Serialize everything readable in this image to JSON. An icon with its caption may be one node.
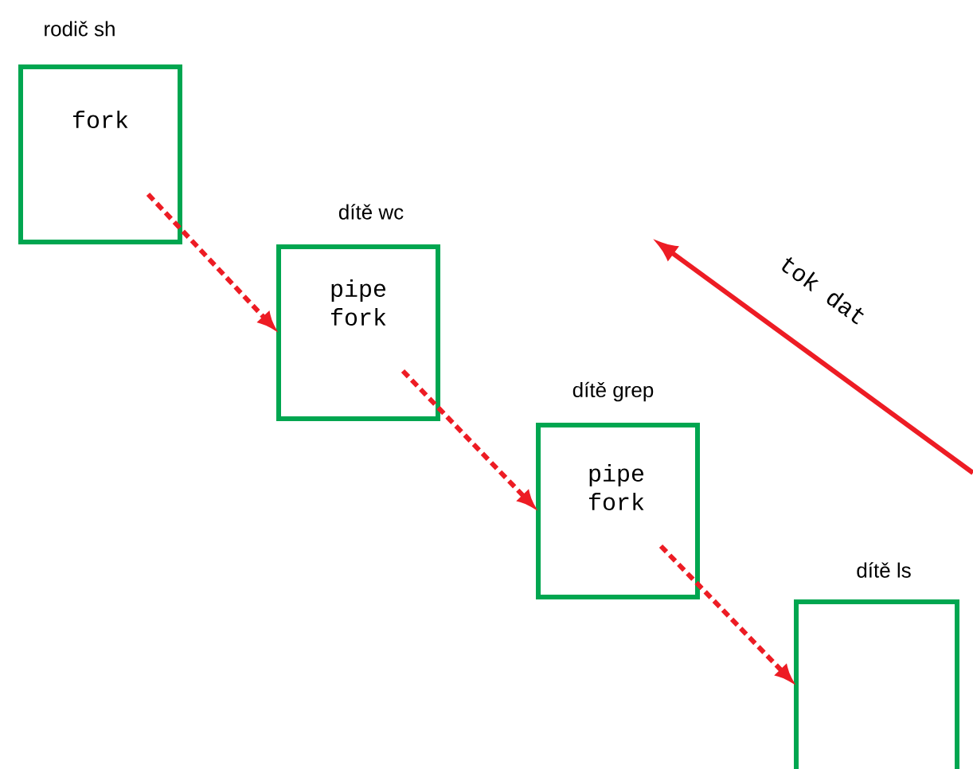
{
  "diagram": {
    "nodes": [
      {
        "text": [
          "rodič sh",
          "fork"
        ]
      },
      {
        "text": [
          "dítě wc",
          "pipe fork"
        ]
      },
      {
        "text": [
          "dítě grep",
          "pipe fork"
        ]
      },
      {
        "text": [
          "dítě ls"
        ]
      }
    ],
    "edges": [
      {
        "from": 0,
        "to": 1,
        "arrow": "to",
        "style": "dashed"
      },
      {
        "from": 1,
        "to": 2,
        "arrow": "to",
        "style": "dashed"
      },
      {
        "from": 2,
        "to": 3,
        "arrow": "to",
        "style": "dashed"
      }
    ],
    "labels": [
      "tok dat"
    ]
  }
}
